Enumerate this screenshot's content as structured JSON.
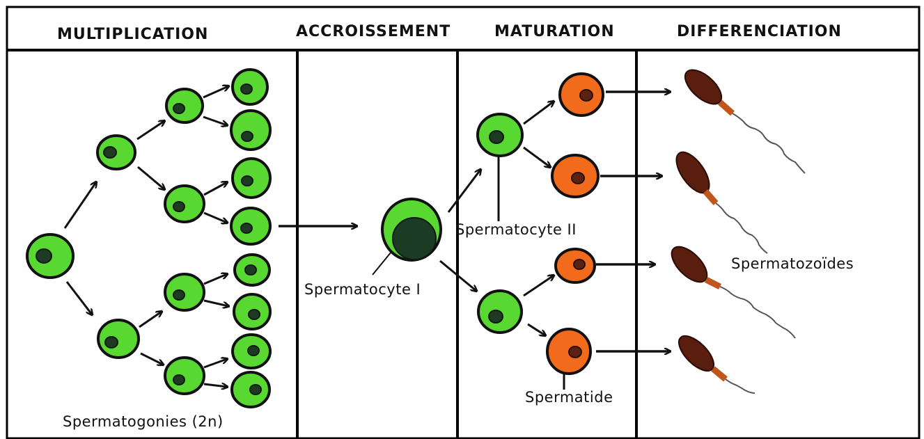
{
  "headers": {
    "multiplication": "MULTIPLICATION",
    "accroissement": "ACCROISSEMENT",
    "maturation": "MATURATION",
    "differenciation": "DIFFERENCIATION"
  },
  "labels": {
    "spermatogonies": "Spermatogonies (2n)",
    "spermatocyte_1": "Spermatocyte I",
    "spermatocyte_2": "Spermatocyte II",
    "spermatide": "Spermatide",
    "spermatozoides": "Spermatozoïdes"
  },
  "colors": {
    "spermatogonia": "#5ad832",
    "spermatid": "#f26a1c",
    "spermatozoon": "#5a1e0e"
  }
}
